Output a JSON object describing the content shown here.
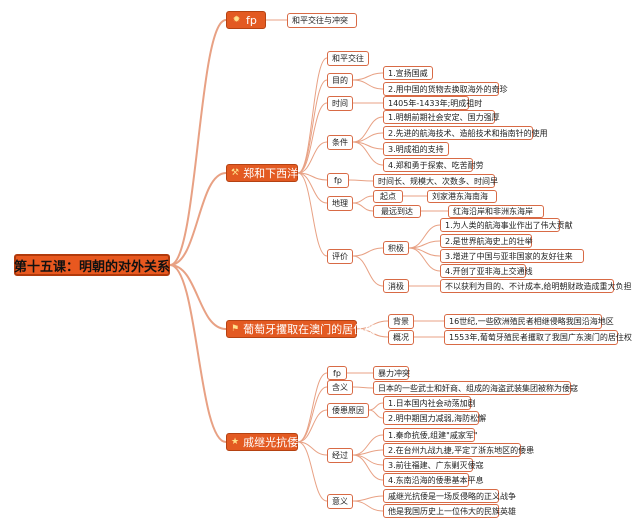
{
  "root": "第十五课：明朝的对外关系",
  "colors": {
    "accent": "#e35a22",
    "line": "#e8a184",
    "box_border": "#d86a45"
  },
  "branches": {
    "fp": {
      "title": "fp",
      "icon": "sun-icon",
      "child": "和平交往与冲突"
    },
    "zhenghe": {
      "title": "郑和下西洋",
      "icon": "hammer-icon",
      "peace": "和平交往",
      "purpose": {
        "label": "目的",
        "items": [
          "1.宣扬国威",
          "2.用中国的货物去换取海外的奇珍"
        ]
      },
      "time": {
        "label": "时间",
        "value": "1405年-1433年;明成祖时"
      },
      "conditions": {
        "label": "条件",
        "items": [
          "1.明朝前期社会安定、国力强厚",
          "2.先进的航海技术、造船技术和指南针的使用",
          "3.明成祖的支持",
          "4.郑和勇于探索、吃苦耐劳"
        ]
      },
      "fp": {
        "label": "fp",
        "value": "时间长、规模大、次数多、时间早"
      },
      "geo": {
        "label": "地理",
        "start_label": "起点",
        "start": "刘家港东海南海",
        "far_label": "最远到达",
        "far": "红海沿岸和非洲东海岸"
      },
      "eval": {
        "label": "评价",
        "positive_label": "积极",
        "positive": [
          "1.为人类的航海事业作出了伟大贡献",
          "2.是世界航海史上的壮举",
          "3.增进了中国与亚非国家的友好往来",
          "4.开创了亚非海上交通线"
        ],
        "negative_label": "消极",
        "negative": "不以获利为目的、不计成本,给明朝财政造成重大负担"
      }
    },
    "macau": {
      "title": "葡萄牙攫取在澳门的居住权",
      "icon": "flag-icon",
      "bg_label": "背景",
      "bg": "16世纪,一些欧洲殖民者相继侵略我国沿海地区",
      "overview_label": "概况",
      "overview": "1553年,葡萄牙殖民者攫取了我国广东澳门的居住权"
    },
    "qi": {
      "title": "戚继光抗倭",
      "icon": "star-icon",
      "fp_label": "fp",
      "fp": "暴力冲突",
      "meaning_label": "含义",
      "meaning": "日本的一些武士和奸商、组成的海盗武装集团被称为倭寇",
      "cause_label": "倭患原因",
      "causes": [
        "1.日本国内社会动荡加剧",
        "2.明中期国力减弱,海防松懈"
      ],
      "process_label": "经过",
      "process": [
        "1.秦命抗倭,组建\"戚家军\"",
        "2.在台州九战九捷,平定了浙东地区的倭患",
        "3.前往福建、广东剿灭倭寇",
        "4.东南沿海的倭患基本平息"
      ],
      "significance_label": "意义",
      "significance": [
        "戚继光抗倭是一场反侵略的正义战争",
        "他是我国历史上一位伟大的民族英雄"
      ]
    }
  }
}
